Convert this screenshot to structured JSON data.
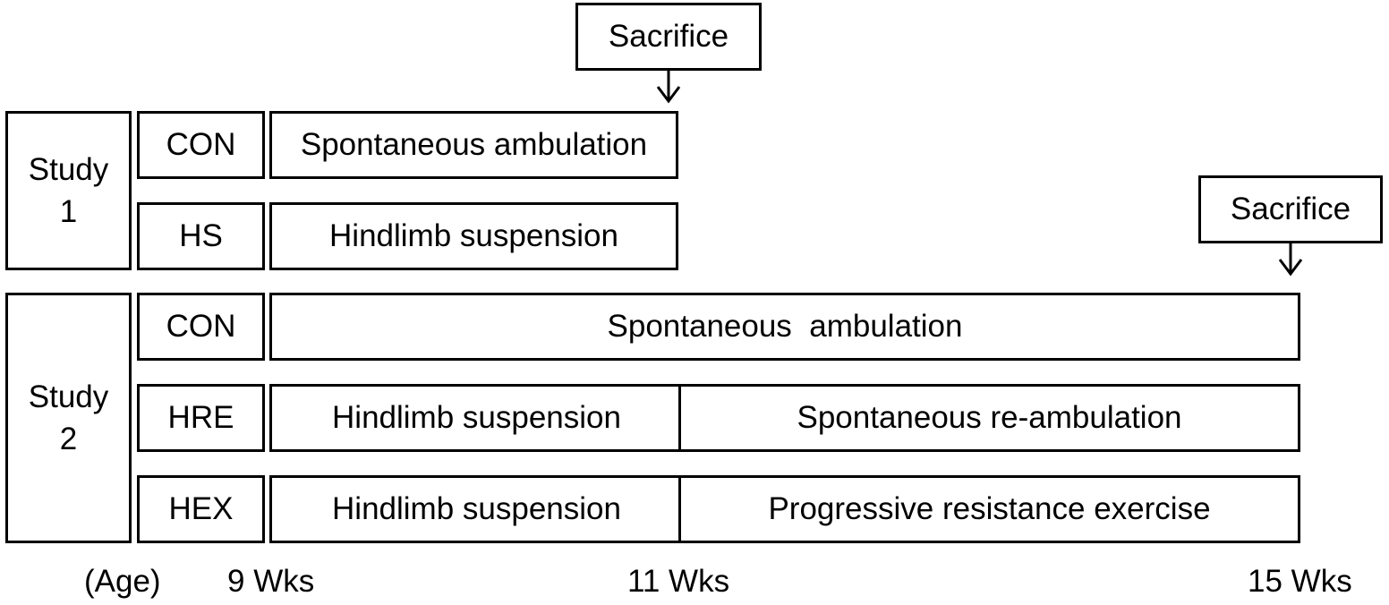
{
  "sacrifice_top": "Sacrifice",
  "sacrifice_right": "Sacrifice",
  "study1": {
    "line1": "Study",
    "line2": "1"
  },
  "study2": {
    "line1": "Study",
    "line2": "2"
  },
  "study1_rows": [
    {
      "group": "CON",
      "phase1": "Spontaneous ambulation"
    },
    {
      "group": "HS",
      "phase1": "Hindlimb suspension"
    }
  ],
  "study2_rows": [
    {
      "group": "CON",
      "phase1": "Spontaneous  ambulation"
    },
    {
      "group": "HRE",
      "phase1": "Hindlimb suspension",
      "phase2": "Spontaneous re-ambulation"
    },
    {
      "group": "HEX",
      "phase1": "Hindlimb suspension",
      "phase2": "Progressive resistance exercise"
    }
  ],
  "timeline": {
    "age_label": "(Age)",
    "t1": "9 Wks",
    "t2": "11 Wks",
    "t3": "15 Wks"
  }
}
